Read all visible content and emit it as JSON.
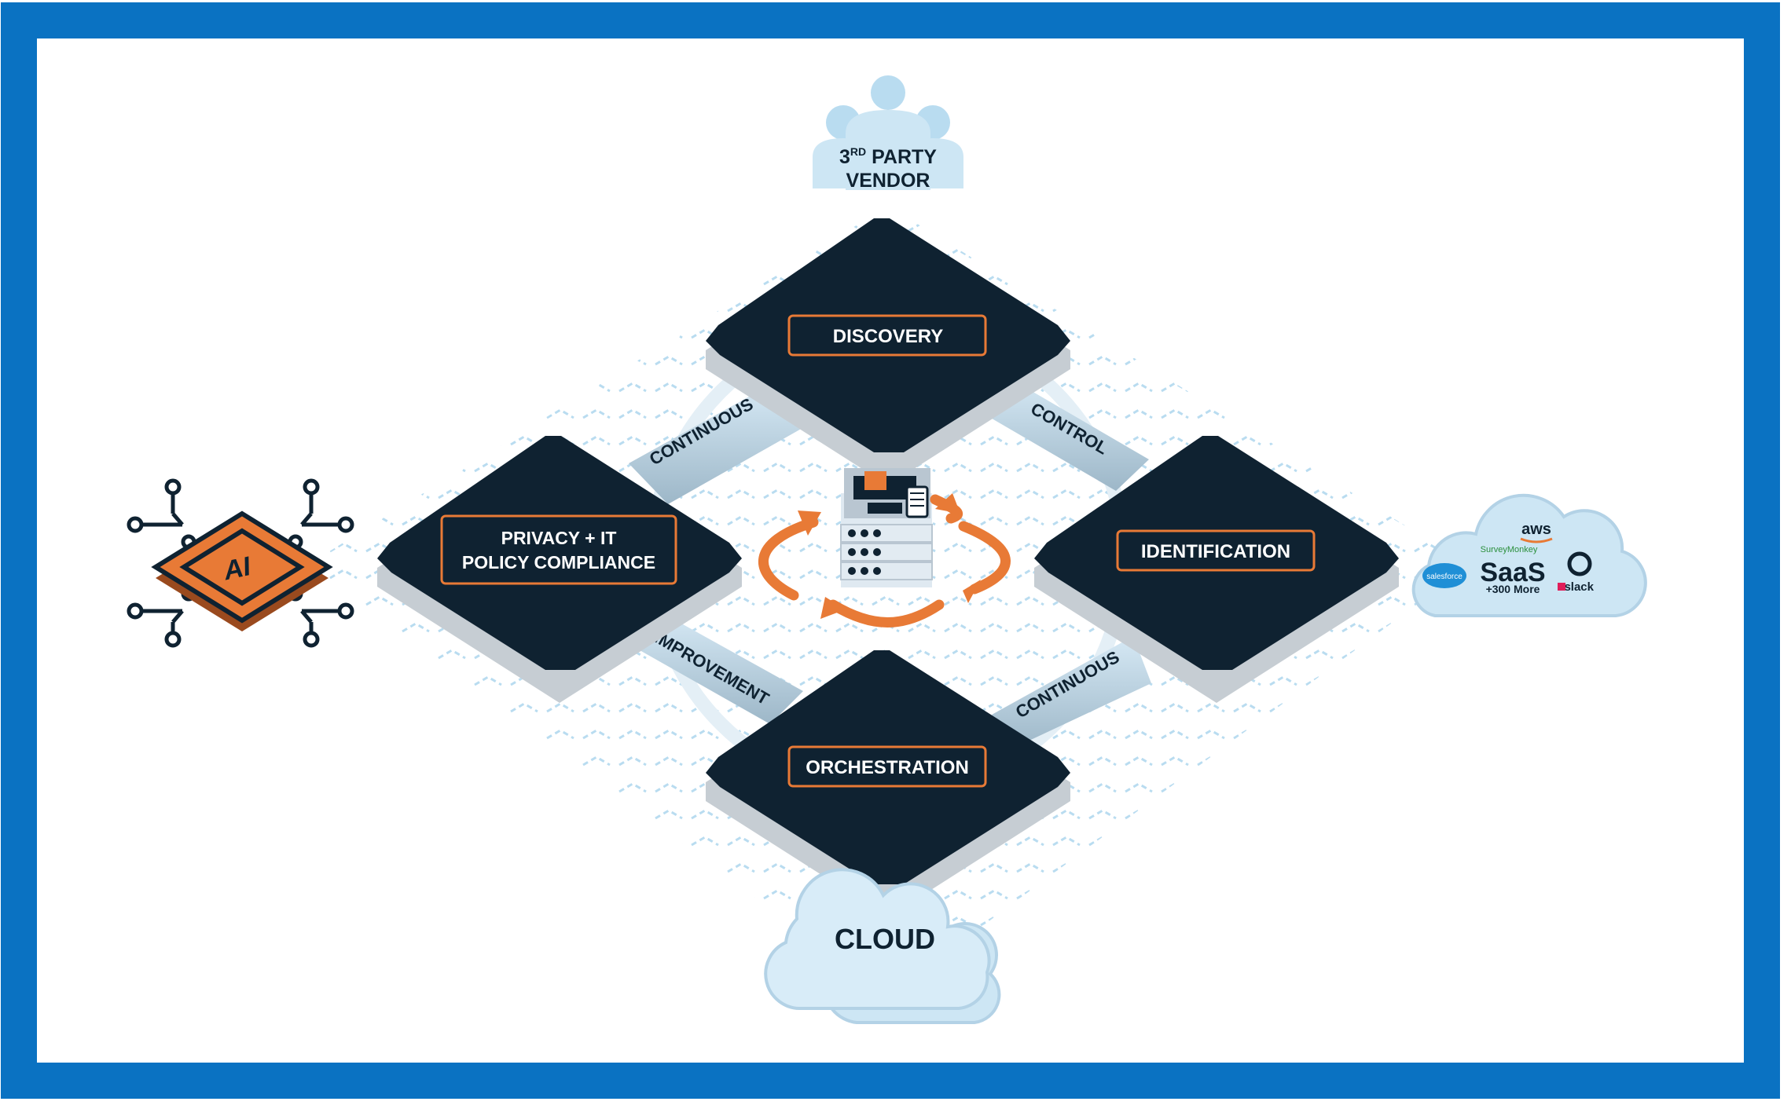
{
  "nodes": {
    "discovery": "DISCOVERY",
    "identification": "IDENTIFICATION",
    "orchestration": "ORCHESTRATION",
    "privacy_line1": "PRIVACY + IT",
    "privacy_line2": "POLICY COMPLIANCE"
  },
  "connectors": {
    "top_left": "CONTINUOUS",
    "top_right": "CONTROL",
    "bottom_left": "IMPROVEMENT",
    "bottom_right": "CONTINUOUS"
  },
  "vendor": {
    "line1_prefix": "3",
    "line1_sup": "RD",
    "line1_suffix": " PARTY",
    "line2": "VENDOR"
  },
  "cloud_label": "CLOUD",
  "ai_label": "AI",
  "saas": {
    "title": "SaaS",
    "more": "+300 More",
    "aws": "aws",
    "surveymonkey": "SurveyMonkey",
    "salesforce": "salesforce",
    "slack": "slack"
  },
  "colors": {
    "frame_blue": "#0a72c2",
    "diamond_dark": "#0f2231",
    "accent_orange": "#e87a36",
    "light_blue": "#cde6f4"
  }
}
